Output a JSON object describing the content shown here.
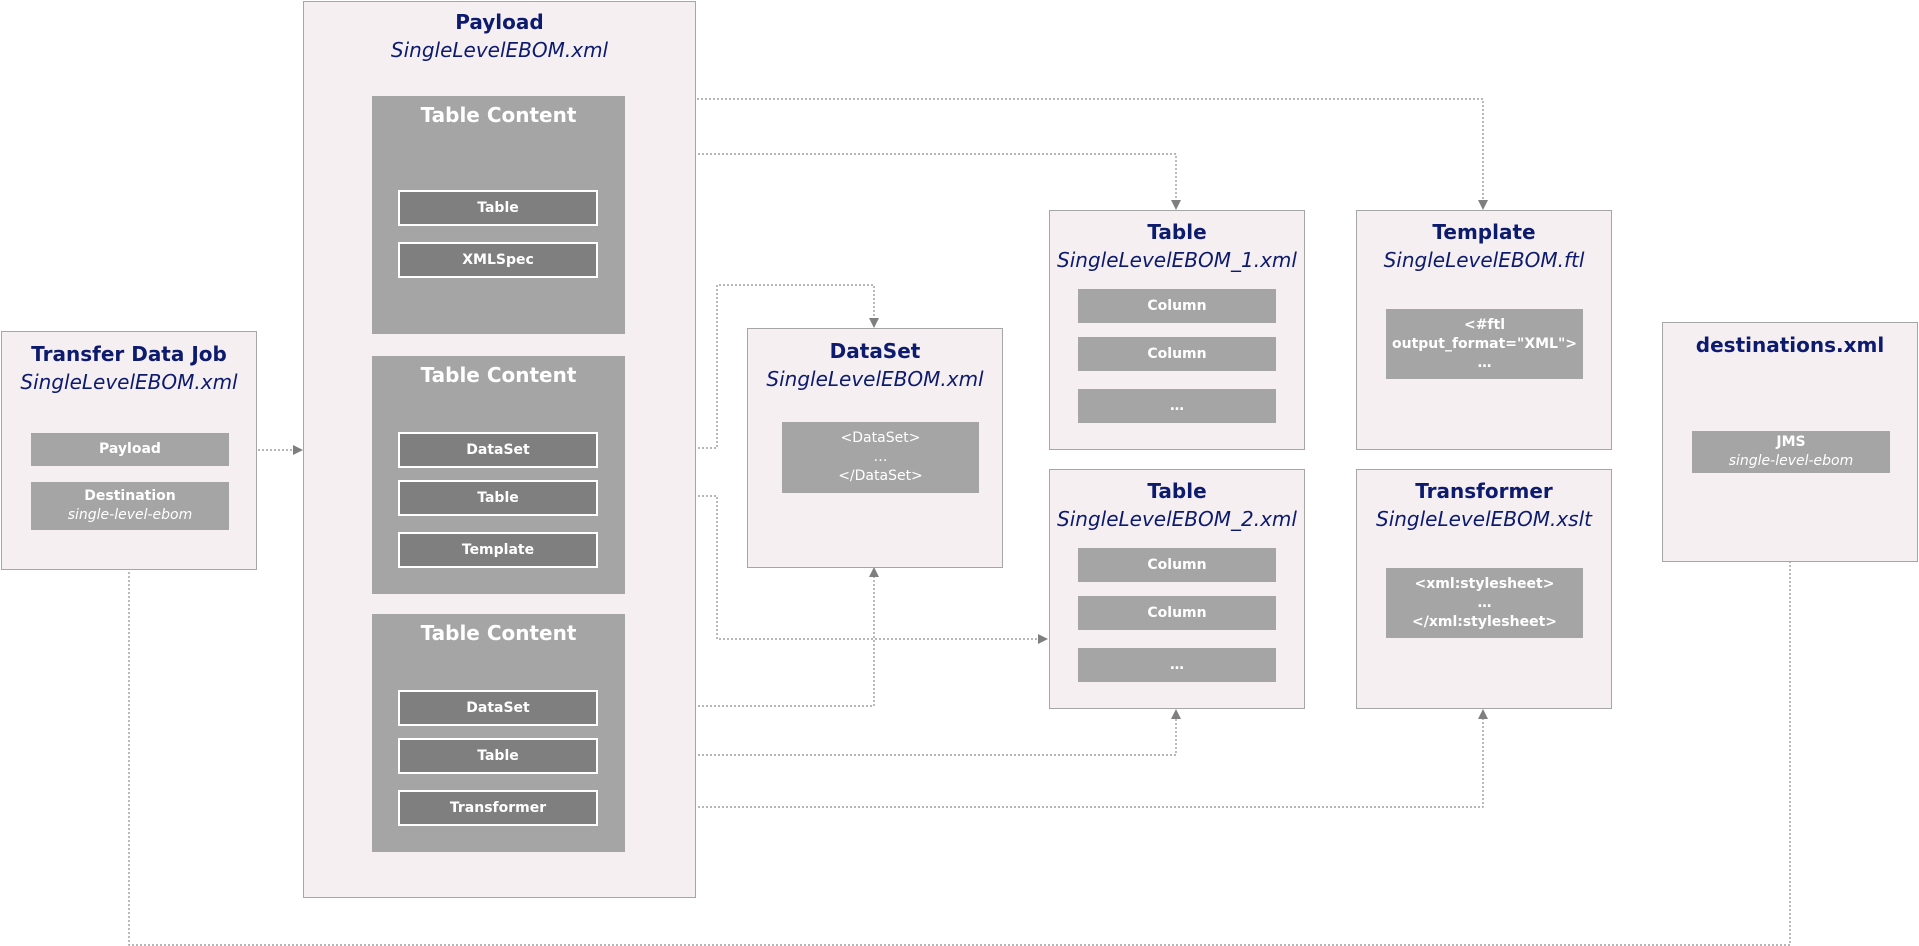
{
  "transfer_job": {
    "title": "Transfer Data Job",
    "file": "SingleLevelEBOM.xml",
    "payload_label": "Payload",
    "destination_label": "Destination",
    "destination_value": "single-level-ebom"
  },
  "payload": {
    "title": "Payload",
    "file": "SingleLevelEBOM.xml",
    "table_contents": [
      {
        "title": "Table Content",
        "items": [
          "Table",
          "XMLSpec"
        ]
      },
      {
        "title": "Table Content",
        "items": [
          "DataSet",
          "Table",
          "Template"
        ]
      },
      {
        "title": "Table Content",
        "items": [
          "DataSet",
          "Table",
          "Transformer"
        ]
      }
    ]
  },
  "dataset": {
    "title": "DataSet",
    "file": "SingleLevelEBOM.xml",
    "code": [
      "<DataSet>",
      "…",
      "</DataSet>"
    ]
  },
  "table1": {
    "title": "Table",
    "file": "SingleLevelEBOM_1.xml",
    "rows": [
      "Column",
      "Column",
      "…"
    ]
  },
  "table2": {
    "title": "Table",
    "file": "SingleLevelEBOM_2.xml",
    "rows": [
      "Column",
      "Column",
      "…"
    ]
  },
  "template": {
    "title": "Template",
    "file": "SingleLevelEBOM.ftl",
    "code": [
      "<#ftl",
      "output_format=\"XML\">",
      "…"
    ]
  },
  "transformer": {
    "title": "Transformer",
    "file": "SingleLevelEBOM.xslt",
    "code": [
      "<xml:stylesheet>",
      "…",
      "</xml:stylesheet>"
    ]
  },
  "destinations": {
    "title": "destinations.xml",
    "jms_label": "JMS",
    "jms_value": "single-level-ebom"
  },
  "colors": {
    "panel_bg": "#f6eff1",
    "title_text": "#0d1b6e",
    "table_content_bg": "#a5a5a5",
    "item_bg": "#7f7f7f",
    "connector": "#8c8c8c"
  }
}
